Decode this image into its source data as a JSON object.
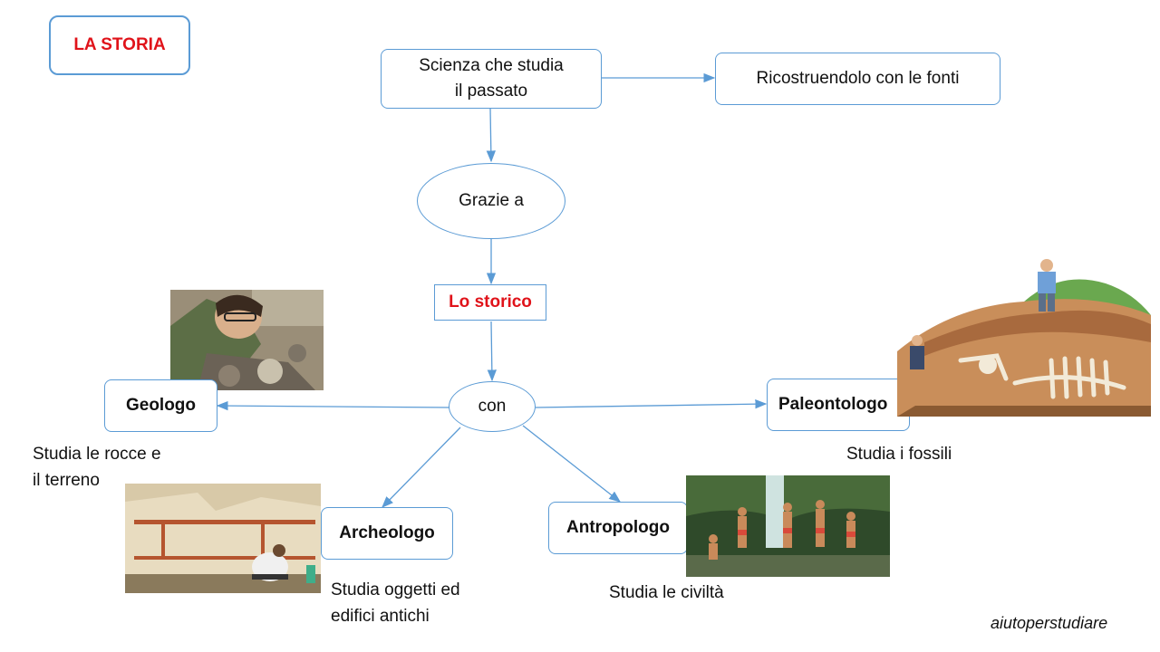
{
  "title": "LA STORIA",
  "nodes": {
    "scienza": "Scienza che studia\nil passato",
    "ricostruendo": "Ricostruendolo con le fonti",
    "grazie": "Grazie a",
    "storico": "Lo storico",
    "con": "con",
    "geologo": "Geologo",
    "paleontologo": "Paleontologo",
    "archeologo": "Archeologo",
    "antropologo": "Antropologo"
  },
  "descriptions": {
    "geologo": "Studia le rocce e\nil terreno",
    "paleontologo": "Studia i fossili",
    "archeologo": "Studia oggetti ed\nedifici antichi",
    "antropologo": "Studia le civiltà"
  },
  "credit": "aiutoperstudiare",
  "colors": {
    "border": "#5b9bd5",
    "accent_red": "#e0131a",
    "arrow": "#5b9bd5"
  }
}
